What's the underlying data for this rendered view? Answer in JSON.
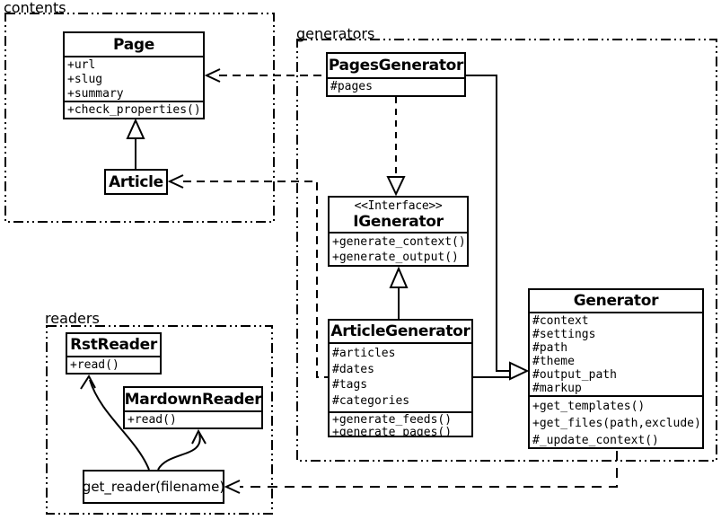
{
  "packages": {
    "contents": {
      "label": "contents"
    },
    "generators": {
      "label": "generators"
    },
    "readers": {
      "label": "readers"
    }
  },
  "classes": {
    "page": {
      "name": "Page",
      "attributes": [
        "+url",
        "+slug",
        "+summary"
      ],
      "methods": [
        "+check_properties()"
      ]
    },
    "article": {
      "name": "Article"
    },
    "pages_generator": {
      "name": "PagesGenerator",
      "attributes": [
        "#pages"
      ]
    },
    "igenerator": {
      "stereotype": "<<Interface>>",
      "name": "IGenerator",
      "methods": [
        "+generate_context()",
        "+generate_output()"
      ]
    },
    "article_generator": {
      "name": "ArticleGenerator",
      "attributes": [
        "#articles",
        "#dates",
        "#tags",
        "#categories"
      ],
      "methods": [
        "+generate_feeds()",
        "+generate_pages()"
      ]
    },
    "generator": {
      "name": "Generator",
      "attributes": [
        "#context",
        "#settings",
        "#path",
        "#theme",
        "#output_path",
        "#markup"
      ],
      "methods": [
        "+get_templates()",
        "+get_files(path,exclude)",
        "#_update_context()"
      ]
    },
    "rst_reader": {
      "name": "RstReader",
      "methods": [
        "+read()"
      ]
    },
    "mardown_reader": {
      "name": "MardownReader",
      "methods": [
        "+read()"
      ]
    },
    "get_reader": {
      "name": "get_reader(filename)"
    }
  },
  "colors": {
    "line": "#000000",
    "background": "#ffffff"
  }
}
